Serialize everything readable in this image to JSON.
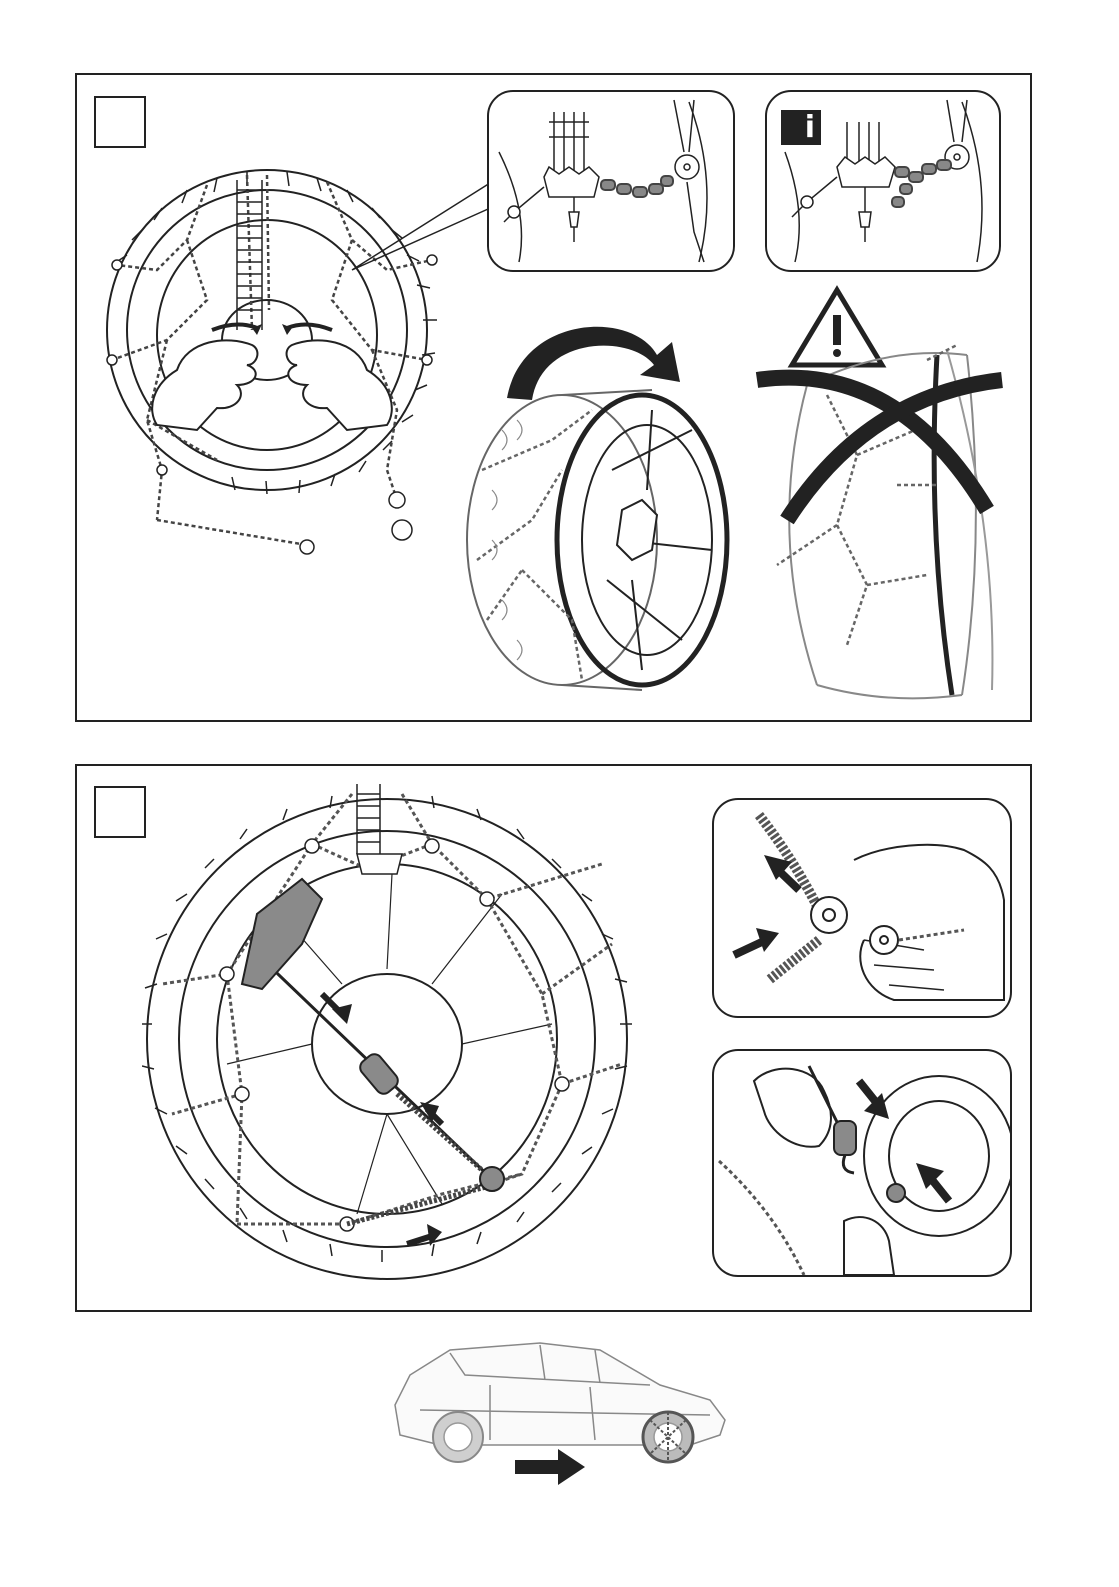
{
  "document": {
    "type": "snow-chain-installation-instructions",
    "panels": [
      {
        "step_number": "",
        "illustrations": [
          "wheel-with-chain-hands-hooking",
          "detail-connector",
          "detail-info-connector",
          "rotate-wheel",
          "warning-wrong-fit"
        ]
      },
      {
        "step_number": "",
        "illustrations": [
          "wheel-tensioner",
          "detail-tensioner-ring",
          "detail-hook-tensioner"
        ]
      }
    ],
    "info_badge": "i",
    "warning_symbol": "!",
    "footer": {
      "illustration": "station-wagon-with-chains-on-front-wheel",
      "direction": "forward"
    }
  },
  "colors": {
    "line": "#222222",
    "fill_grey": "#8a8a8a",
    "fill_light": "#cfcfcf",
    "background": "#ffffff"
  },
  "icons": [
    "info-icon",
    "warning-triangle-icon",
    "arrow-icon",
    "rotate-arrow-icon",
    "cross-mark-icon"
  ]
}
